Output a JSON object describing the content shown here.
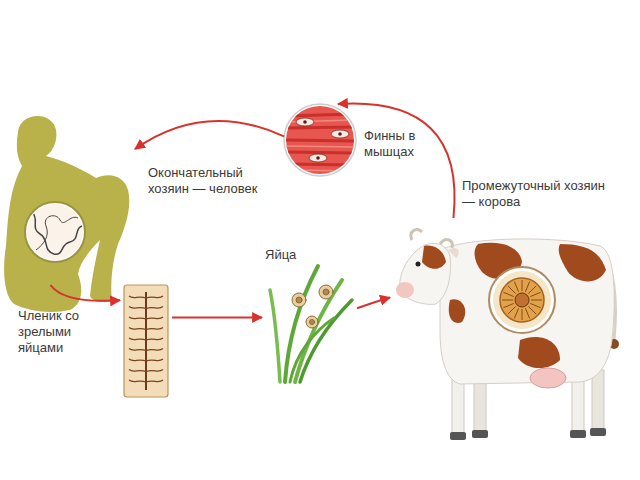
{
  "diagram": {
    "nodes": [
      {
        "text": [
          "Финны в мышцах"
        ]
      },
      {
        "text": [
          "Окончательный хозяин — человек"
        ]
      },
      {
        "text": [
          "Промежуточный хозяин — корова"
        ]
      },
      {
        "text": [
          "Яйца"
        ]
      },
      {
        "text": [
          "Членик со зрелыми яйцами"
        ]
      }
    ],
    "edges": [
      {
        "from": 1,
        "to": 4,
        "arrow": "to"
      },
      {
        "from": 4,
        "to": 3,
        "arrow": "to"
      },
      {
        "from": 3,
        "to": 2,
        "arrow": "to"
      },
      {
        "from": 2,
        "to": 0,
        "arrow": "to"
      },
      {
        "from": 0,
        "to": 1,
        "arrow": "to"
      }
    ]
  }
}
